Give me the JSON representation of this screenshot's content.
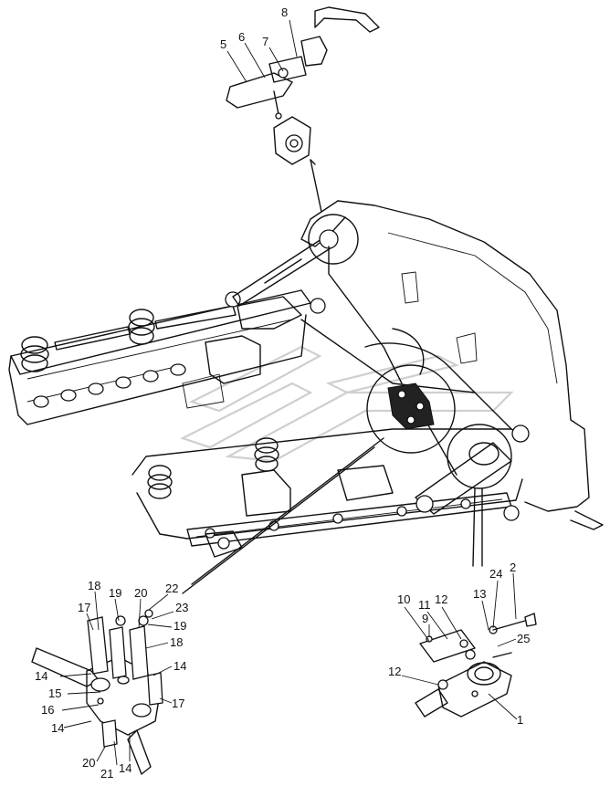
{
  "diagram": {
    "callouts_top": [
      "8",
      "5",
      "6",
      "7"
    ],
    "callouts_left": [
      "18",
      "19",
      "20",
      "22",
      "17",
      "23",
      "19",
      "18",
      "14",
      "14",
      "15",
      "16",
      "17",
      "14",
      "20",
      "21",
      "14"
    ],
    "callouts_right": [
      "10",
      "11",
      "12",
      "9",
      "13",
      "24",
      "2",
      "25",
      "12",
      "1"
    ]
  }
}
